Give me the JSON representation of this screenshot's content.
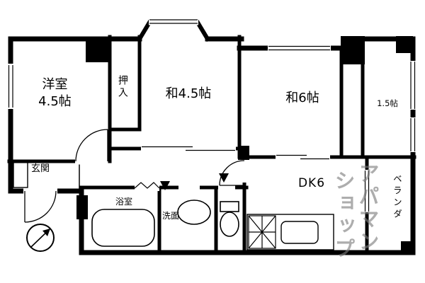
{
  "plan": {
    "rooms": {
      "western_room": {
        "line1": "洋室",
        "line2": "4.5帖"
      },
      "closet": {
        "label": "押入"
      },
      "japanese_room_45": {
        "label": "和4.5帖"
      },
      "japanese_room_6": {
        "label": "和6帖"
      },
      "storage_15": {
        "label": "1.5帖"
      },
      "entrance": {
        "label": "玄関"
      },
      "bathroom": {
        "label": "浴室"
      },
      "washroom": {
        "label": "洗面"
      },
      "dining_kitchen": {
        "label": "DK6"
      },
      "veranda": {
        "label": "ベランダ"
      }
    },
    "watermark": {
      "column_right": "アパマン",
      "column_left": "ショップ",
      "color": "#7a7a7a"
    },
    "colors": {
      "wall": "#000000",
      "background": "#ffffff"
    }
  }
}
